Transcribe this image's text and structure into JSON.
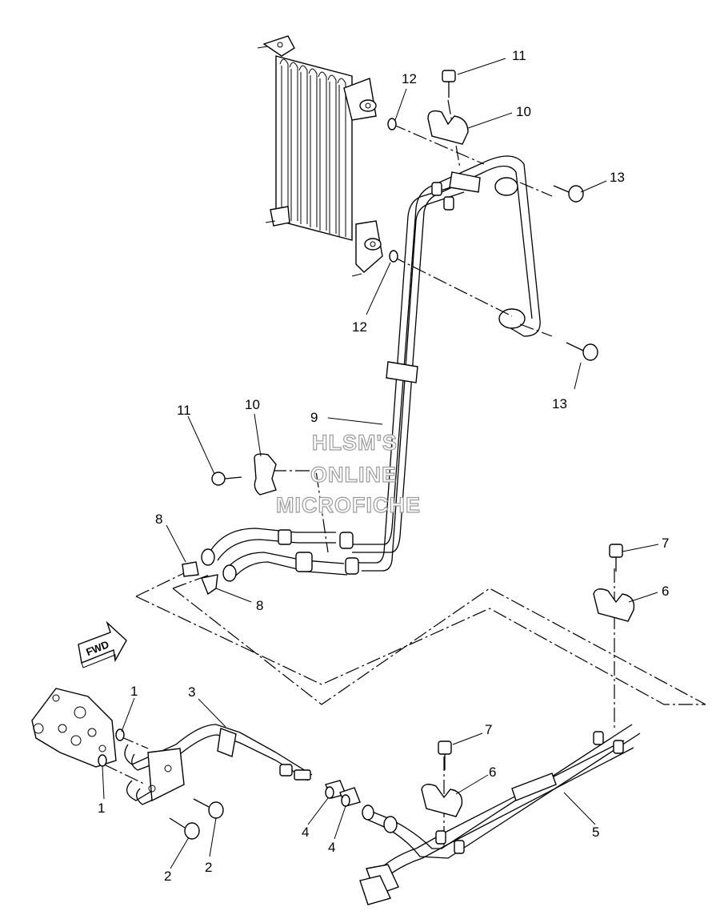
{
  "watermark": {
    "line1": "HLSM'S",
    "line2": "ONLINE",
    "line3": "MICROFICHE"
  },
  "direction_label": "FWD",
  "callouts": {
    "c1a": "1",
    "c1b": "1",
    "c2a": "2",
    "c2b": "2",
    "c3": "3",
    "c4a": "4",
    "c4b": "4",
    "c5": "5",
    "c6a": "6",
    "c6b": "6",
    "c7a": "7",
    "c7b": "7",
    "c8a": "8",
    "c8b": "8",
    "c9": "9",
    "c10a": "10",
    "c10b": "10",
    "c11a": "11",
    "c11b": "11",
    "c12a": "12",
    "c12b": "12",
    "c13a": "13",
    "c13b": "13"
  }
}
